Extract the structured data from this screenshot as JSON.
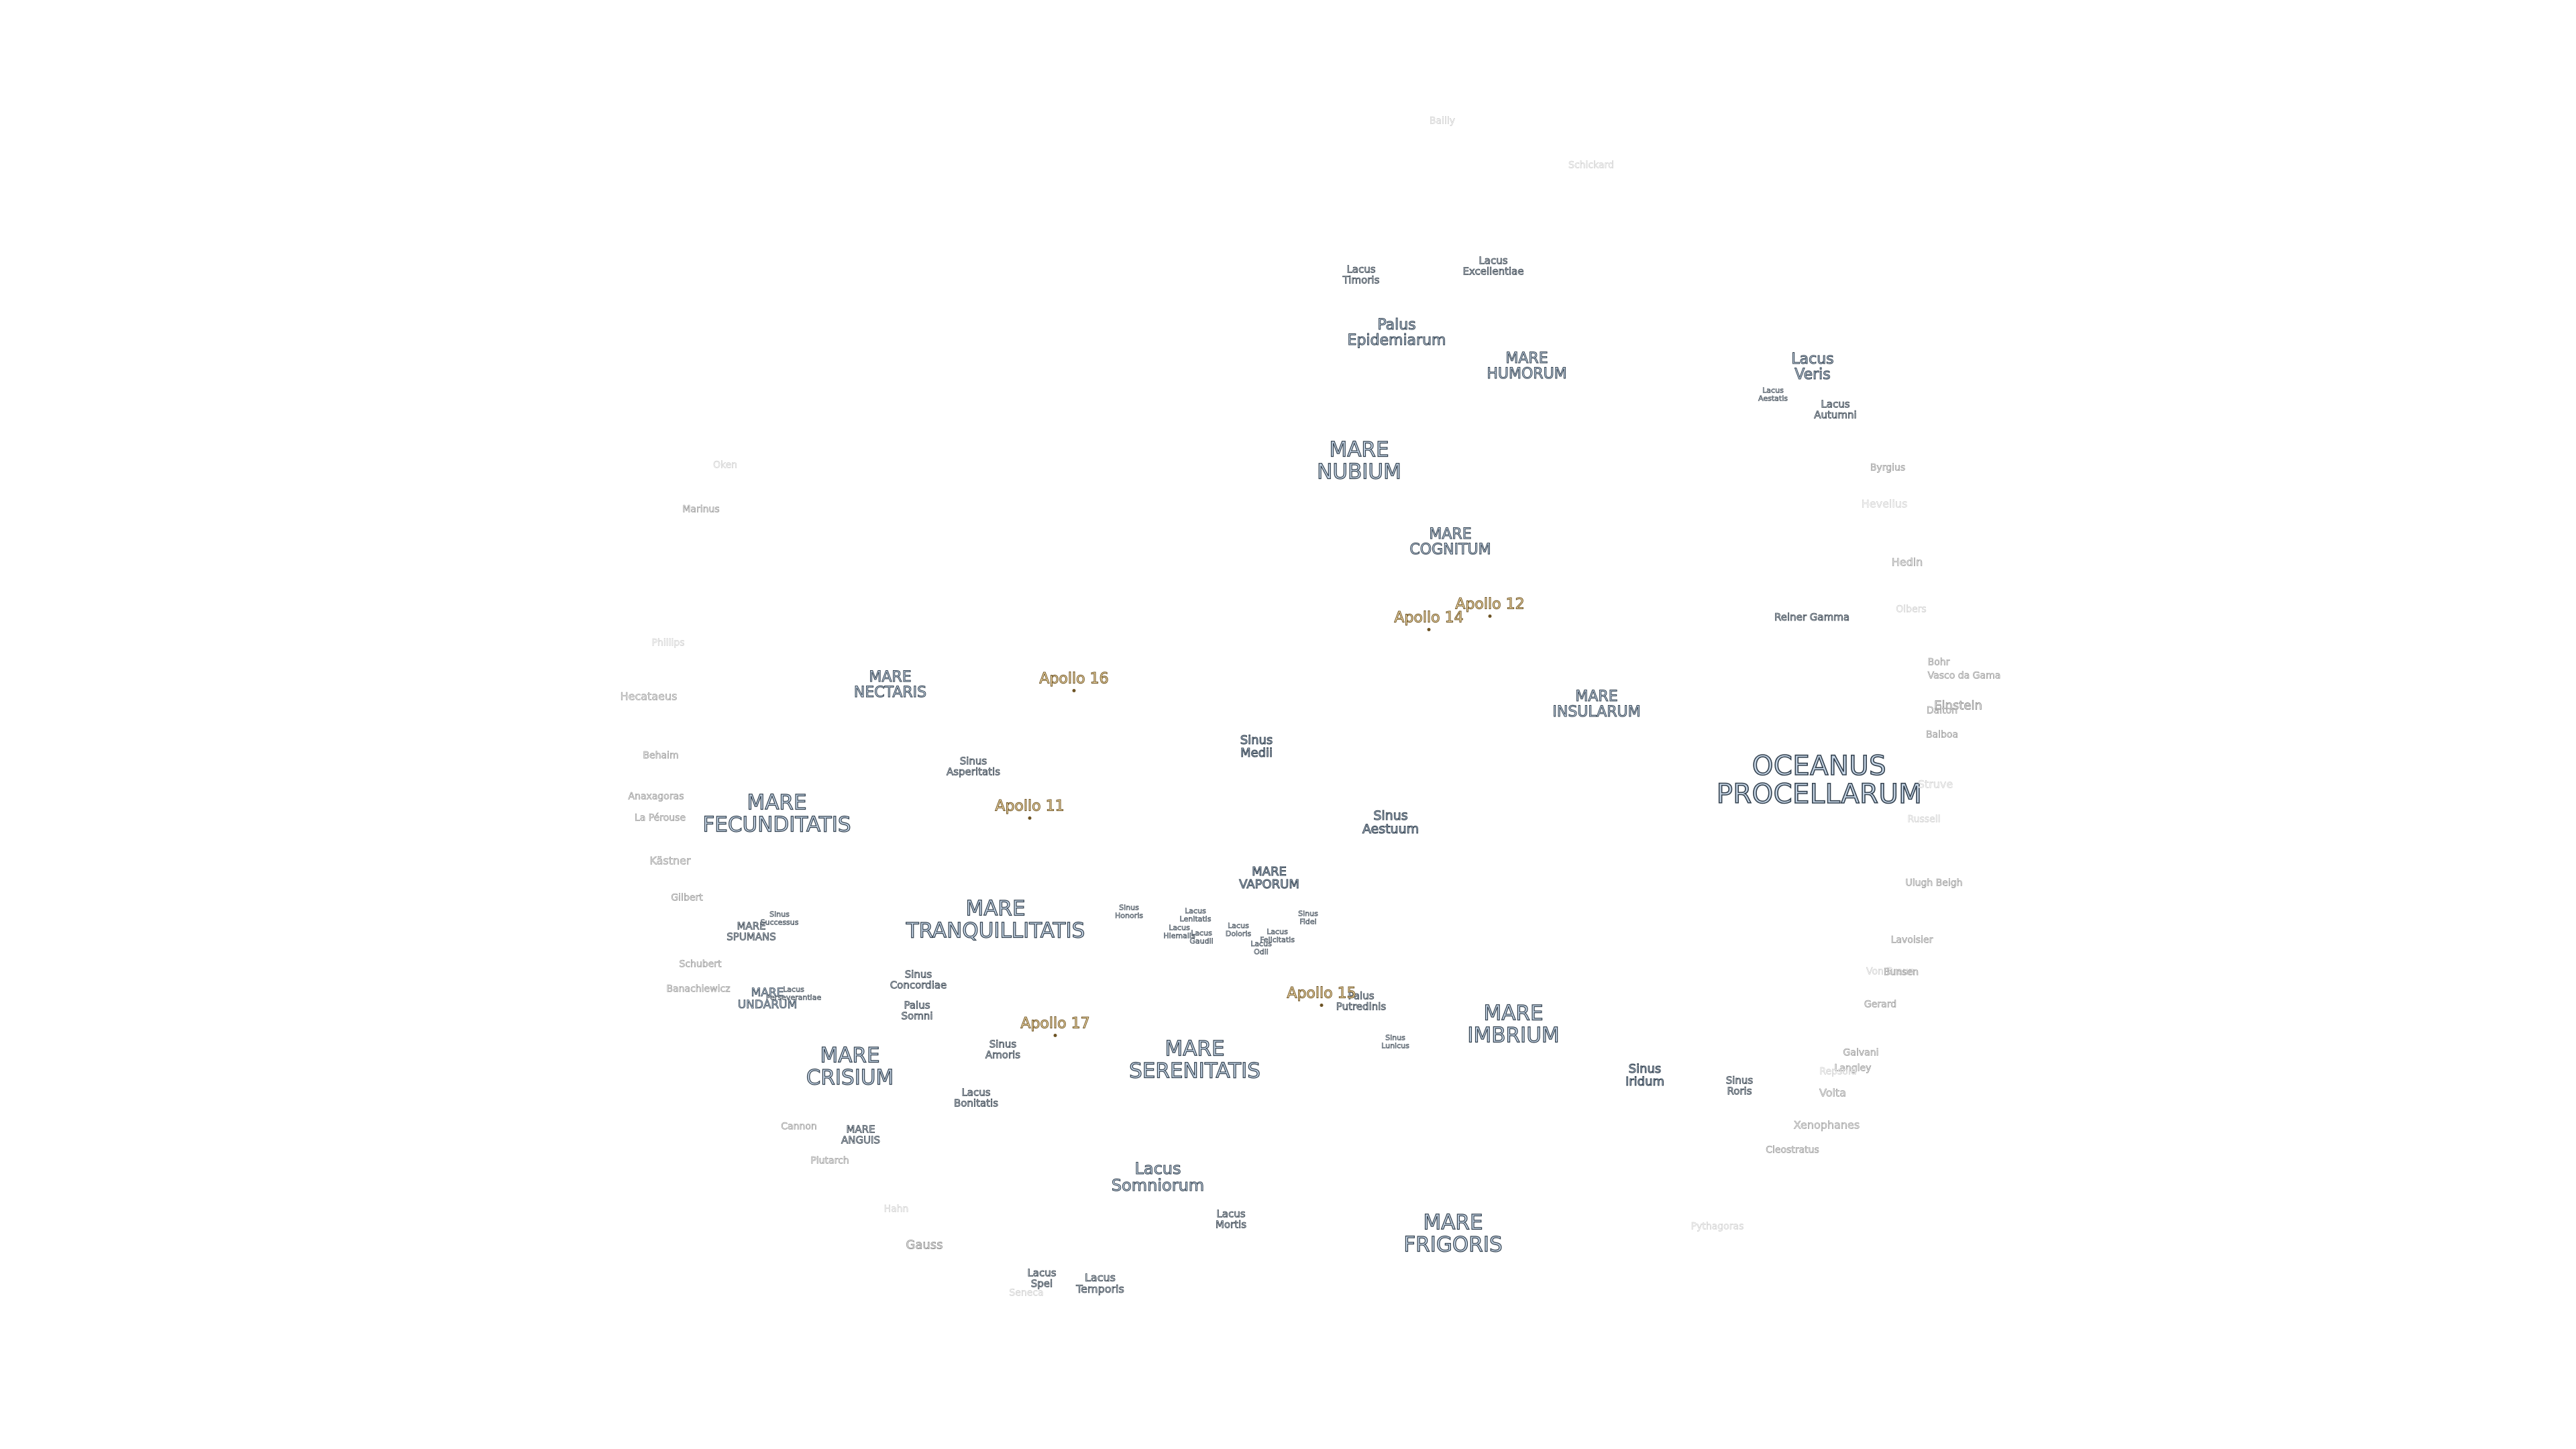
{
  "oceanus": {
    "label": "OCEANUS\nPROCELLARUM"
  },
  "maria_large": [
    {
      "id": "imbrium",
      "label": "MARE\nIMBRIUM"
    },
    {
      "id": "frigoris",
      "label": "MARE\nFRIGORIS"
    },
    {
      "id": "tranquillitatis",
      "label": "MARE\nTRANQUILLITATIS"
    },
    {
      "id": "fecunditatis",
      "label": "MARE\nFECUNDITATIS"
    },
    {
      "id": "serenitatis",
      "label": "MARE\nSERENITATIS"
    },
    {
      "id": "crisium",
      "label": "MARE\nCRISIUM"
    },
    {
      "id": "nubium",
      "label": "MARE\nNUBIUM"
    },
    {
      "id": "somniorum",
      "label": "Lacus\nSomniorum"
    }
  ],
  "maria_medium": [
    {
      "id": "nectaris",
      "label": "MARE\nNECTARIS"
    },
    {
      "id": "humorum",
      "label": "MARE\nHUMORUM"
    },
    {
      "id": "insularum",
      "label": "MARE\nINSULARUM"
    },
    {
      "id": "cognitum",
      "label": "MARE\nCOGNITUM"
    },
    {
      "id": "vaporum",
      "label": "MARE\nVAPORUM"
    },
    {
      "id": "epidemiarum",
      "label": "Palus\nEpidemiarum"
    },
    {
      "id": "veris",
      "label": "Lacus\nVeris"
    },
    {
      "id": "sinus-medii",
      "label": "Sinus\nMedii"
    },
    {
      "id": "sinus-aestuum",
      "label": "Sinus\nAestuum"
    },
    {
      "id": "sinus-iridum",
      "label": "Sinus\nIridum"
    }
  ],
  "maria_small": [
    {
      "id": "lacus-timoris",
      "label": "Lacus\nTimoris"
    },
    {
      "id": "lacus-excellentiae",
      "label": "Lacus\nExcellentiae"
    },
    {
      "id": "lacus-autumni",
      "label": "Lacus\nAutumni"
    },
    {
      "id": "lacus-aestatis",
      "label": "Lacus\nAestatis"
    },
    {
      "id": "sinus-asperitatis",
      "label": "Sinus\nAsperitatis"
    },
    {
      "id": "sinus-amoris",
      "label": "Sinus\nAmoris"
    },
    {
      "id": "sinus-concordiae",
      "label": "Sinus\nConcordiae"
    },
    {
      "id": "palus-somni",
      "label": "Palus\nSomni"
    },
    {
      "id": "mare-spumans",
      "label": "MARE\nSPUMANS"
    },
    {
      "id": "sinus-successus",
      "label": "Sinus\nSuccessus"
    },
    {
      "id": "mare-undarum",
      "label": "MARE\nUNDARUM"
    },
    {
      "id": "lacus-perseverantiae",
      "label": "Lacus\nPerseverantiae"
    },
    {
      "id": "mare-anguis",
      "label": "MARE\nANGUIS"
    },
    {
      "id": "lacus-bonitatis",
      "label": "Lacus\nBonitatis"
    },
    {
      "id": "lacus-mortis",
      "label": "Lacus\nMortis"
    },
    {
      "id": "lacus-spei",
      "label": "Lacus\nSpei"
    },
    {
      "id": "lacus-temporis",
      "label": "Lacus\nTemporis"
    },
    {
      "id": "sinus-honoris",
      "label": "Sinus\nHonoris"
    },
    {
      "id": "lacus-lenitatis",
      "label": "Lacus\nLenitatis"
    },
    {
      "id": "lacus-hiemalis",
      "label": "Lacus\nHiemalis"
    },
    {
      "id": "lacus-gaudii",
      "label": "Lacus\nGaudii"
    },
    {
      "id": "lacus-doloris",
      "label": "Lacus\nDoloris"
    },
    {
      "id": "lacus-odii",
      "label": "Lacus\nOdii"
    },
    {
      "id": "lacus-felicitatis",
      "label": "Lacus\nFelicitatis"
    },
    {
      "id": "sinus-fidei",
      "label": "Sinus\nFidei"
    },
    {
      "id": "palus-putredinis",
      "label": "Palus\nPutredinis"
    },
    {
      "id": "sinus-lunicus",
      "label": "Sinus\nLunicus"
    },
    {
      "id": "sinus-roris",
      "label": "Sinus\nRoris"
    }
  ],
  "features": [
    {
      "id": "reiner-gamma",
      "label": "Reiner Gamma"
    }
  ],
  "apollo": [
    {
      "id": "apollo-11",
      "label": "Apollo 11"
    },
    {
      "id": "apollo-12",
      "label": "Apollo 12"
    },
    {
      "id": "apollo-14",
      "label": "Apollo 14"
    },
    {
      "id": "apollo-15",
      "label": "Apollo 15"
    },
    {
      "id": "apollo-16",
      "label": "Apollo 16"
    },
    {
      "id": "apollo-17",
      "label": "Apollo 17"
    }
  ],
  "craters": [
    {
      "id": "bailly",
      "label": "Bailly"
    },
    {
      "id": "oken",
      "label": "Oken"
    },
    {
      "id": "marinus",
      "label": "Marinus"
    },
    {
      "id": "phillips",
      "label": "Phillips"
    },
    {
      "id": "hecataeus",
      "label": "Hecataeus"
    },
    {
      "id": "behaim",
      "label": "Behaim"
    },
    {
      "id": "anaxagoras",
      "label": "Anaxagoras"
    },
    {
      "id": "la-perouse",
      "label": "La Pérouse"
    },
    {
      "id": "kastner",
      "label": "Kästner"
    },
    {
      "id": "gilbert",
      "label": "Gilbert"
    },
    {
      "id": "schubert",
      "label": "Schubert"
    },
    {
      "id": "banachiewicz",
      "label": "Banachiewicz"
    },
    {
      "id": "cannon",
      "label": "Cannon"
    },
    {
      "id": "plutarch",
      "label": "Plutarch"
    },
    {
      "id": "hahn",
      "label": "Hahn"
    },
    {
      "id": "gauss",
      "label": "Gauss"
    },
    {
      "id": "seneca",
      "label": "Seneca"
    },
    {
      "id": "schickard",
      "label": "Schickard"
    },
    {
      "id": "byrgius",
      "label": "Byrgius"
    },
    {
      "id": "hevelius",
      "label": "Hevelius"
    },
    {
      "id": "hedin",
      "label": "Hedin"
    },
    {
      "id": "olbers",
      "label": "Olbers"
    },
    {
      "id": "bohr",
      "label": "Bohr"
    },
    {
      "id": "vasco-da-gama",
      "label": "Vasco da Gama"
    },
    {
      "id": "einstein",
      "label": "Einstein"
    },
    {
      "id": "dalton",
      "label": "Dalton"
    },
    {
      "id": "balboa",
      "label": "Balboa"
    },
    {
      "id": "struve",
      "label": "Struve"
    },
    {
      "id": "russell",
      "label": "Russell"
    },
    {
      "id": "ulugh-beigh",
      "label": "Ulugh Beigh"
    },
    {
      "id": "lavoisier",
      "label": "Lavoisier"
    },
    {
      "id": "von-braun",
      "label": "Von Braun"
    },
    {
      "id": "bunsen",
      "label": "Bunsen"
    },
    {
      "id": "gerard",
      "label": "Gerard"
    },
    {
      "id": "galvani",
      "label": "Galvani"
    },
    {
      "id": "langley",
      "label": "Langley"
    },
    {
      "id": "repsold",
      "label": "Repsold"
    },
    {
      "id": "volta",
      "label": "Volta"
    },
    {
      "id": "xenophanes",
      "label": "Xenophanes"
    },
    {
      "id": "cleostratus",
      "label": "Cleostratus"
    },
    {
      "id": "pythagoras",
      "label": "Pythagoras"
    }
  ]
}
